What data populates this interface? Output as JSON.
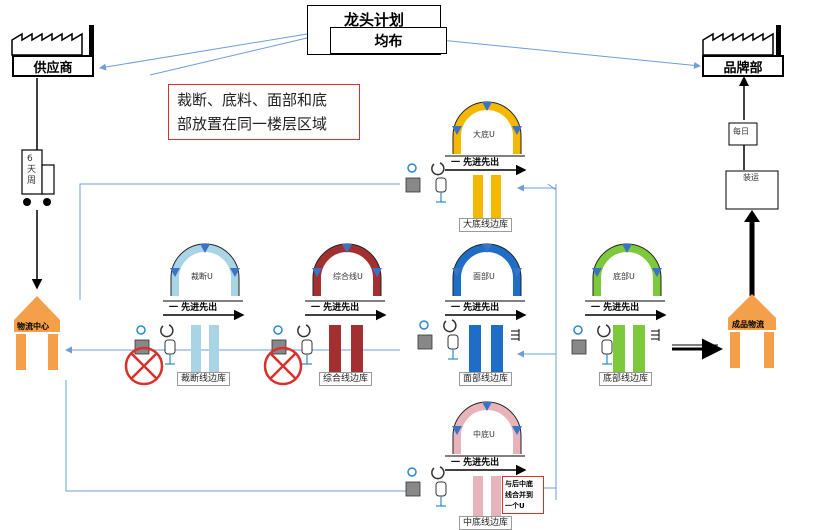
{
  "header": {
    "title": "龙头计划",
    "subtitle": "均布"
  },
  "nodes": {
    "supplier": "供应商",
    "brand": "品牌部",
    "logistics_center": "物流中心",
    "finished_goods": "成品物流",
    "daily": "每日",
    "shipping": "装运"
  },
  "note": {
    "line1": "裁断、底料、面部和底",
    "line2": "部放置在同一楼层区域"
  },
  "side_note": {
    "line1": "与后中底",
    "line2": "线合并到",
    "line3": "一个U"
  },
  "vertical_label": "6天周",
  "fifo_label": "一 先进先出 →",
  "cells": [
    {
      "u_label": "大底U",
      "store_label": "大底线边库",
      "color": "#f5b800"
    },
    {
      "u_label": "裁断U",
      "store_label": "裁断线边库",
      "color": "#a8d4e6"
    },
    {
      "u_label": "综合线U",
      "store_label": "综合线边库",
      "color": "#a33030"
    },
    {
      "u_label": "面部U",
      "store_label": "面部线边库",
      "color": "#1e6ec8"
    },
    {
      "u_label": "底部U",
      "store_label": "底部线边库",
      "color": "#7ec83c"
    },
    {
      "u_label": "中底U",
      "store_label": "中底线边库",
      "color": "#e8b4bc"
    }
  ],
  "colors": {
    "flow_line": "#6d9ed8",
    "arrow_blue": "#3a72c4",
    "red_border": "#d9302c"
  }
}
